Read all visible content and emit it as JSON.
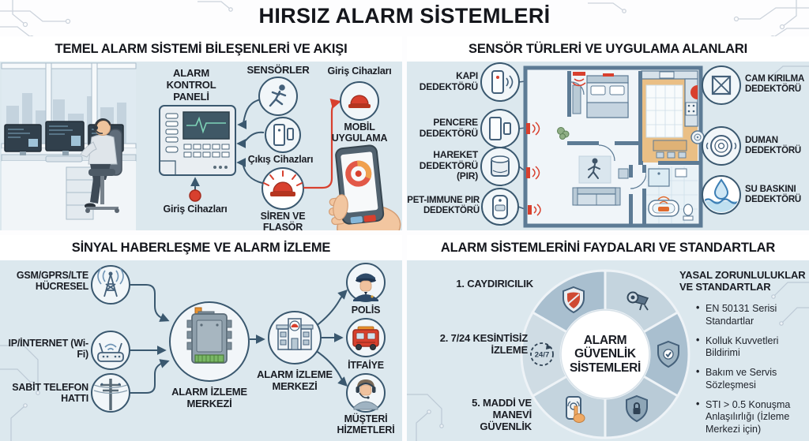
{
  "title": "HIRSIZ ALARM SİSTEMLERİ",
  "palette": {
    "panel_bg": "#dce8ee",
    "accent_red": "#d8402e",
    "line": "#3a586f",
    "ink": "#14161c",
    "kitchen_orange": "#eabf85",
    "wheel_dark": "#a9bfcf",
    "wheel_light": "#c4d4de"
  },
  "q1": {
    "title": "TEMEL ALARM SİSTEMİ BİLEŞENLERİ VE AKIŞI",
    "control_panel_label": "ALARM KONTROL PANELİ",
    "sensors_label": "SENSÖRLER",
    "input_devices_top_label": "Giriş Cihazları",
    "output_devices_label": "Çıkış Cihazları",
    "siren_label": "SİREN VE FLAŞÖR",
    "input_devices_bottom_label": "Giriş Cihazları",
    "mobile_app_label": "MOBİL UYGULAMA"
  },
  "q2": {
    "title": "SENSÖR TÜRLERİ VE UYGULAMA ALANLARI",
    "left": [
      "KAPI DEDEKTÖRÜ",
      "PENCERE DEDEKTÖRÜ",
      "HAREKET DEDEKTÖRÜ (PIR)",
      "PET-IMMUNE PIR DEDEKTÖRÜ"
    ],
    "right": [
      "CAM KIRILMA DEDEKTÖRÜ",
      "DUMAN DEDEKTÖRÜ",
      "SU BASKINI DEDEKTÖRÜ"
    ]
  },
  "q3": {
    "title": "SİNYAL HABERLEŞME VE ALARM İZLEME",
    "channels": [
      "GSM/GPRS/LTE HÜCRESEL",
      "IP/İNTERNET (Wi-Fi)",
      "SABİT TELEFON HATTI"
    ],
    "hub_label": "ALARM İZLEME MERKEZİ",
    "station_label": "ALARM İZLEME MERKEZİ",
    "responders": [
      "POLİS",
      "İTFAİYE",
      "MÜŞTERİ HİZMETLERİ"
    ]
  },
  "q4": {
    "title": "ALARM SİSTEMLERİNİ FAYDALARI VE STANDARTLAR",
    "benefits": [
      "1. CAYDIRICILIK",
      "2. 7/24 KESİNTİSİZ İZLEME",
      "5. MADDİ VE MANEVİ GÜVENLİK"
    ],
    "wheel_badge": "24/7",
    "center_label": "ALARM GÜVENLİK SİSTEMLERİ",
    "standards_title": "YASAL ZORUNLULUKLAR VE STANDARTLAR",
    "standards": [
      "EN 50131 Serisi Standartlar",
      "Kolluk Kuvvetleri Bildirimi",
      "Bakım ve Servis Sözleşmesi",
      "STI > 0.5 Konuşma Anlaşılırlığı (İzleme Merkezi için)"
    ]
  }
}
